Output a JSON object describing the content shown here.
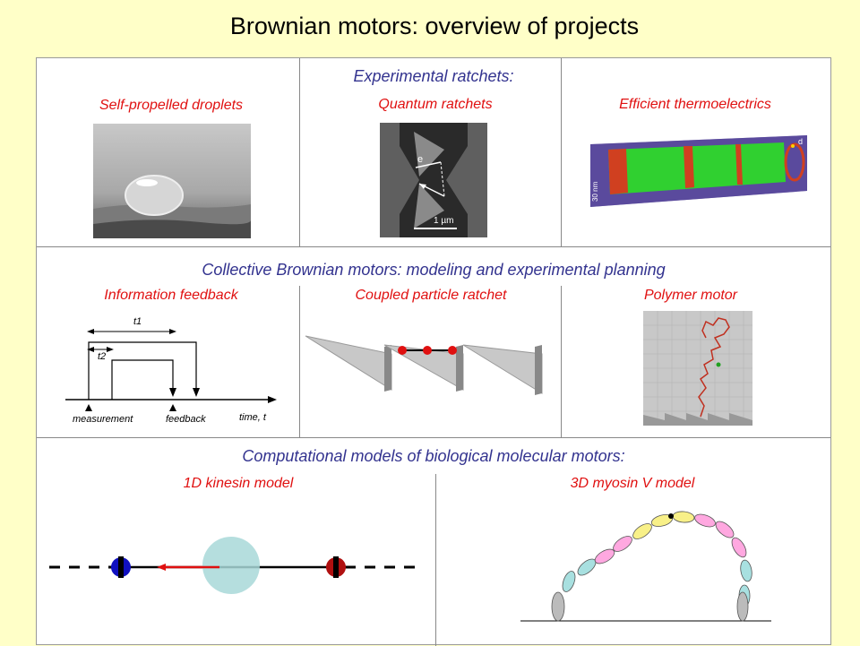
{
  "title": "Brownian motors: overview of projects",
  "sections": {
    "experimental": {
      "heading": "Experimental ratchets:",
      "items": [
        "Self-propelled droplets",
        "Quantum ratchets",
        "Efficient thermoelectrics"
      ]
    },
    "collective": {
      "heading": "Collective Brownian motors: modeling and experimental planning",
      "items": [
        "Information feedback",
        "Coupled particle ratchet",
        "Polymer motor"
      ]
    },
    "computational": {
      "heading": "Computational models of biological molecular motors:",
      "items": [
        "1D kinesin model",
        "3D myosin V model"
      ]
    }
  },
  "quantum_ratchet_image": {
    "electron_label": "e",
    "scale_label": "1 µm"
  },
  "thermo_image": {
    "scale_label": "30 nm",
    "corner_label": "d"
  },
  "feedback_diagram": {
    "t1": "t1",
    "t2": "t2",
    "measurement": "measurement",
    "feedback": "feedback",
    "axis": "time, t"
  },
  "colors": {
    "heading": "#33338f",
    "sublabel": "#e01010",
    "background": "#ffffc8"
  }
}
